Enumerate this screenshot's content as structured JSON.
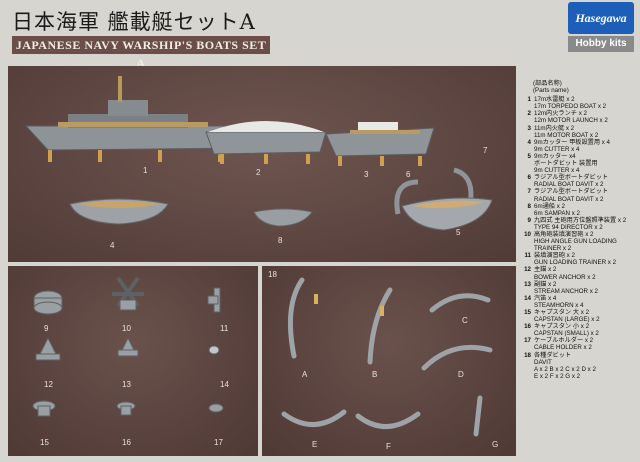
{
  "header": {
    "title_jp": "日本海軍 艦載艇セットA",
    "title_en": "JAPANESE NAVY WARSHIP'S BOATS SET A",
    "brand_mark": "Hasegawa",
    "brand_sub": "Hobby kits"
  },
  "panel_top": {
    "labels": [
      "1",
      "2",
      "3",
      "4",
      "5",
      "6",
      "7",
      "8"
    ]
  },
  "panel_left": {
    "labels": [
      "9",
      "10",
      "11",
      "12",
      "13",
      "14",
      "15",
      "16",
      "17"
    ]
  },
  "panel_mid": {
    "labels": [
      "18",
      "A",
      "B",
      "C",
      "D",
      "E",
      "F",
      "G"
    ]
  },
  "parts_list": {
    "heading_jp": "(部品名称)",
    "heading_en": "(Parts name)",
    "items": [
      {
        "num": "1",
        "lines": [
          "17m水雷艇 x 2",
          "17m TORPEDO BOAT x 2"
        ]
      },
      {
        "num": "2",
        "lines": [
          "12m内火ランチ x 2",
          "12m MOTOR LAUNCH x 2"
        ]
      },
      {
        "num": "3",
        "lines": [
          "11m内火艇 x 2",
          "11m MOTOR BOAT x 2"
        ]
      },
      {
        "num": "4",
        "lines": [
          "9mカッター 甲板設置用 x 4",
          "9m CUTTER x 4"
        ]
      },
      {
        "num": "5",
        "lines": [
          "9mカッター x4",
          "ボートダビット 装置用",
          "9m CUTTER x 4"
        ]
      },
      {
        "num": "6",
        "lines": [
          "ラジアル型ボートダビット",
          "RADIAL BOAT DAVIT x 2"
        ]
      },
      {
        "num": "7",
        "lines": [
          "ラジアル型ボートダビット",
          "RADIAL BOAT DAVIT x 2"
        ]
      },
      {
        "num": "8",
        "lines": [
          "6m通船 x 2",
          "6m SAMPAN x 2"
        ]
      },
      {
        "num": "9",
        "lines": [
          "九四式 主砲用方位盤照準装置 x 2",
          "TYPE 94 DIRECTOR x 2"
        ]
      },
      {
        "num": "10",
        "lines": [
          "高角砲装填演習砲 x 2",
          "HIGH ANGLE GUN LOADING",
          "TRAINER x 2"
        ]
      },
      {
        "num": "11",
        "lines": [
          "装填演習砲 x 2",
          "GUN LOADING TRAINER x 2"
        ]
      },
      {
        "num": "12",
        "lines": [
          "主錨 x 2",
          "BOWER ANCHOR x 2"
        ]
      },
      {
        "num": "13",
        "lines": [
          "副錨 x 2",
          "STREAM ANCHOR x 2"
        ]
      },
      {
        "num": "14",
        "lines": [
          "汽笛 x 4",
          "STEAMHORN x 4"
        ]
      },
      {
        "num": "15",
        "lines": [
          "キャプスタン 大 x 2",
          "CAPSTAN (LARGE) x 2"
        ]
      },
      {
        "num": "16",
        "lines": [
          "キャプスタン 小 x 2",
          "CAPSTAN (SMALL) x 2"
        ]
      },
      {
        "num": "17",
        "lines": [
          "ケーブルホルダー x 2",
          "CABLE HOLDER x 2"
        ]
      },
      {
        "num": "18",
        "lines": [
          "各種ダビット",
          "DAVIT",
          "A x 2  B x 2  C x 2  D x 2",
          "E x 2  F x 2  G x 2"
        ]
      }
    ]
  }
}
